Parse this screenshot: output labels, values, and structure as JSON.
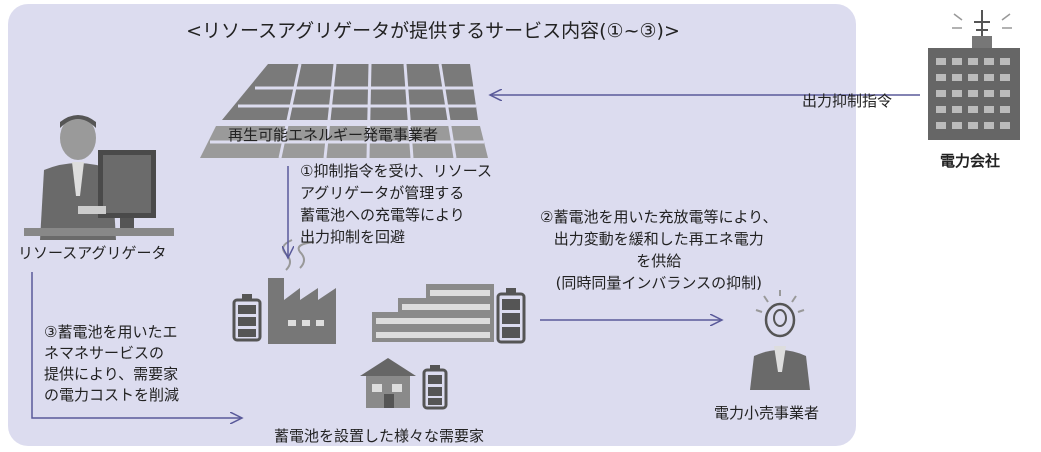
{
  "title": "<リソースアグリゲータが提供するサービス内容(①~③)>",
  "nodes": {
    "renewable": "再生可能エネルギー発電事業者",
    "aggregator": "リソースアグリゲータ",
    "consumers": "蓄電池を設置した様々な需要家",
    "retailer": "電力小売事業者",
    "utility": "電力会社"
  },
  "labels": {
    "curtail_order": "出力抑制指令",
    "step1": "①抑制指令を受け、リソース\nアグリゲータが管理する\n蓄電池への充電等により\n出力抑制を回避",
    "step2": "②蓄電池を用いた充放電等により、\n出力変動を緩和した再エネ電力\nを供給\n(同時同量インバランスの抑制)",
    "step3": "③蓄電池を用いたエ\nネマネサービスの\n提供により、需要家\nの電力コストを削減"
  },
  "colors": {
    "panel": "#dcdcef",
    "arrow": "#5a5a9a",
    "icon_dark": "#555555",
    "icon_mid": "#8a8a8a",
    "icon_light": "#c8c8c8"
  }
}
